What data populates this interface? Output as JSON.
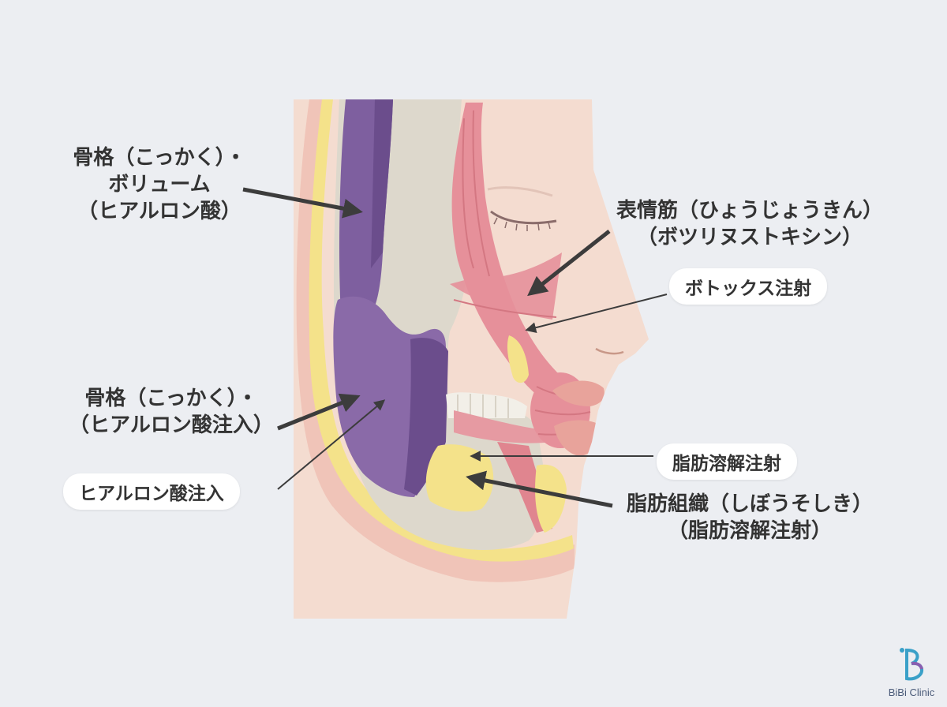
{
  "labels": {
    "skeleton_volume": {
      "line1": "骨格（こっかく）・",
      "line2": "ボリューム",
      "line3": "（ヒアルロン酸）"
    },
    "mimetic_muscle": {
      "line1": "表情筋（ひょうじょうきん）",
      "line2": "（ボツリヌストキシン）"
    },
    "botox_pill": "ボトックス注射",
    "skeleton_injection": {
      "line1": "骨格（こっかく）・",
      "line2": "（ヒアルロン酸注入）"
    },
    "hyaluronic_pill": "ヒアルロン酸注入",
    "fat_dissolve_pill": "脂肪溶解注射",
    "fat_tissue": {
      "line1": "脂肪組織（しぼうそしき）",
      "line2": "（脂肪溶解注射）"
    }
  },
  "logo": {
    "text": "BiBi Clinic"
  },
  "colors": {
    "background": "#eceef2",
    "skin": "#f4dcd0",
    "bone": "#ddd8cc",
    "purple": "#7e5f9f",
    "fat": "#f4e28a",
    "muscle": "#e6909a",
    "arrow": "#3c3c3c"
  }
}
